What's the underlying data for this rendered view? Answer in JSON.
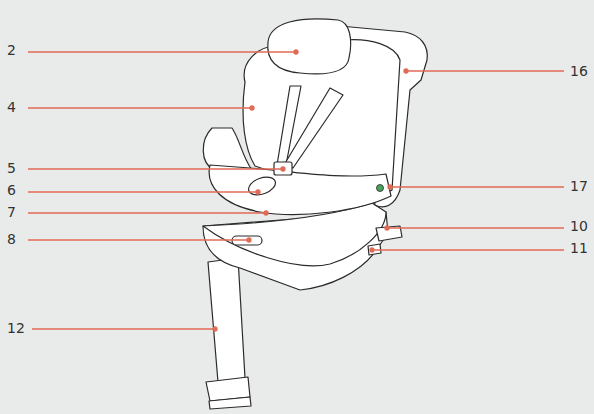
{
  "diagram": {
    "labels": [
      "2",
      "4",
      "5",
      "6",
      "7",
      "8",
      "12",
      "16",
      "17",
      "10",
      "11"
    ]
  }
}
